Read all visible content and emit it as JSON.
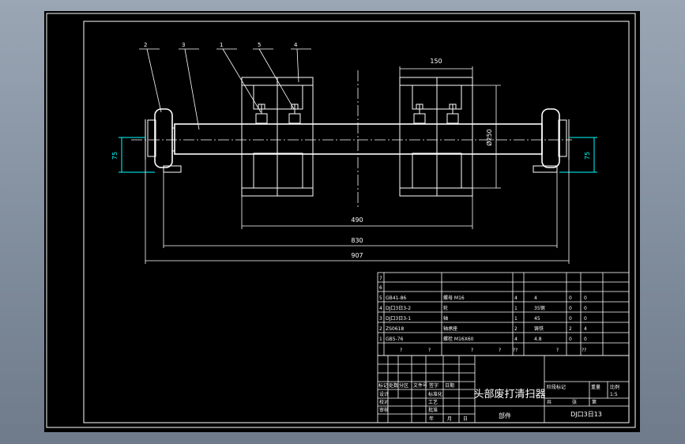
{
  "drawing": {
    "title": "头部废打清扫器",
    "code": "DJ口3日13",
    "part_type": "部件",
    "part_numbers": [
      "2",
      "3",
      "1",
      "5",
      "4"
    ],
    "dimensions": {
      "width_150": "150",
      "dia_250": "Ø250",
      "height_left": "75",
      "height_right": "75",
      "len_490": "490",
      "len_830": "830",
      "len_907": "907"
    },
    "bom": [
      {
        "no": "7",
        "code": "",
        "name": "",
        "qty": "",
        "material": "",
        "w1": "",
        "w2": ""
      },
      {
        "no": "6",
        "code": "",
        "name": "",
        "qty": "",
        "material": "",
        "w1": "",
        "w2": ""
      },
      {
        "no": "5",
        "code": "GB41-86",
        "name": "螺母 M16",
        "qty": "4",
        "material": "4",
        "w1": "0",
        "w2": "0"
      },
      {
        "no": "4",
        "code": "DJ口3日3-2",
        "name": "轮",
        "qty": "1",
        "material": "35钢",
        "w1": "0",
        "w2": "0"
      },
      {
        "no": "3",
        "code": "DJ口3日3-1",
        "name": "轴",
        "qty": "1",
        "material": "45",
        "w1": "0",
        "w2": "0"
      },
      {
        "no": "2",
        "code": "ZS0618",
        "name": "轴承座",
        "qty": "2",
        "material": "铸铁",
        "w1": "2",
        "w2": "4"
      },
      {
        "no": "1",
        "code": "GB5-76",
        "name": "螺栓 M16X60",
        "qty": "4",
        "material": "4.8",
        "w1": "0",
        "w2": "0"
      }
    ],
    "bom_header": [
      "?",
      "?",
      "?",
      "?",
      "??",
      "?",
      "??"
    ],
    "title_block": {
      "biaoji": "标记",
      "chushu": "处数",
      "fenqu": "分区",
      "wenjian": "文件号",
      "qianming": "签字",
      "riqi": "日期",
      "sheji": "设计",
      "biaozhunhua": "标准化",
      "gongyi": "工艺",
      "pizhun": "批准",
      "shenhe": "审核",
      "jiaodui": "校对",
      "nian": "年",
      "yue": "月",
      "ri": "日",
      "jieduan": "阶段标记",
      "zhongliang": "重量",
      "bili": "比例",
      "bili_val": "1:5",
      "gong": "共",
      "zhang": "张",
      "di": "第"
    }
  }
}
